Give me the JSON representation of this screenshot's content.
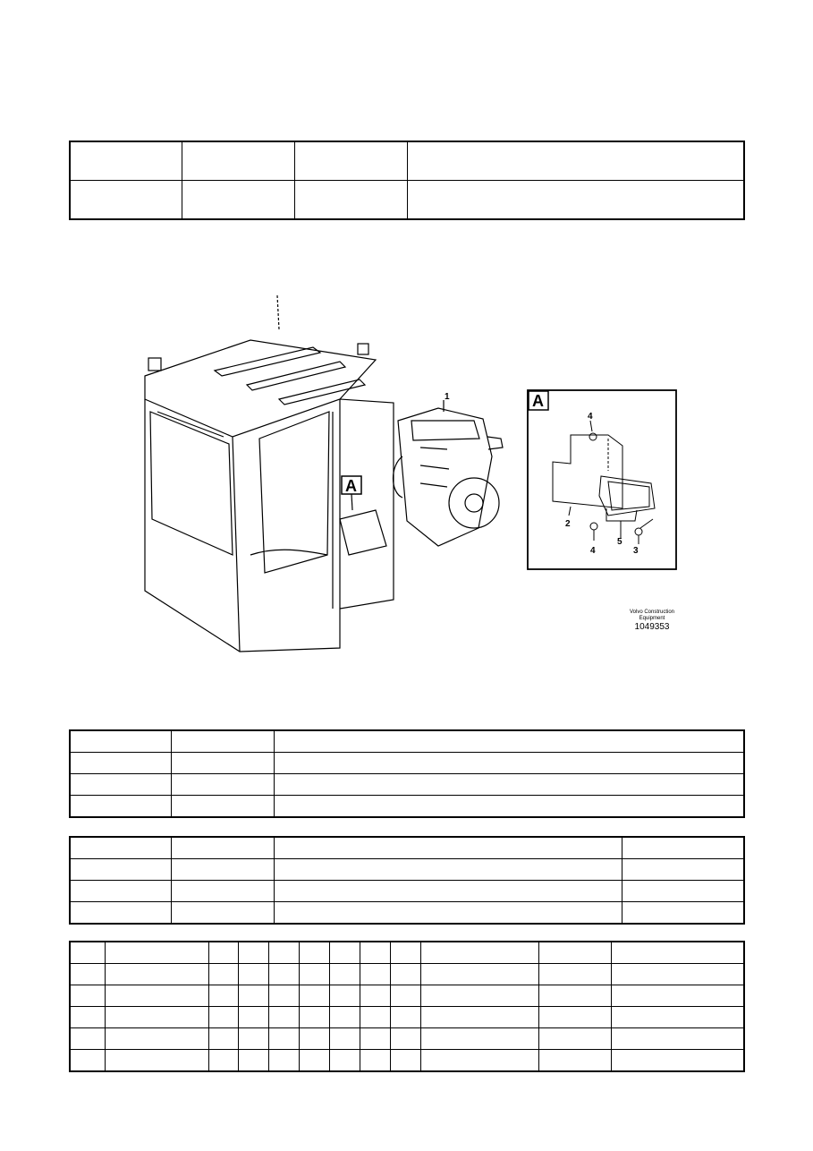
{
  "figure": {
    "callouts": {
      "engine": "1",
      "plate": "2",
      "screw": "3",
      "nut_top": "4",
      "nut_bottom": "4",
      "control_unit": "5"
    },
    "detail_letter": "A",
    "detail_box_letter": "A",
    "maker_text": "Volvo Construction Equipment",
    "figure_number": "1049353"
  },
  "tables": {
    "header_rows": 2,
    "table1_rows": 4,
    "table2_rows": 4,
    "table3_rows": 6
  }
}
